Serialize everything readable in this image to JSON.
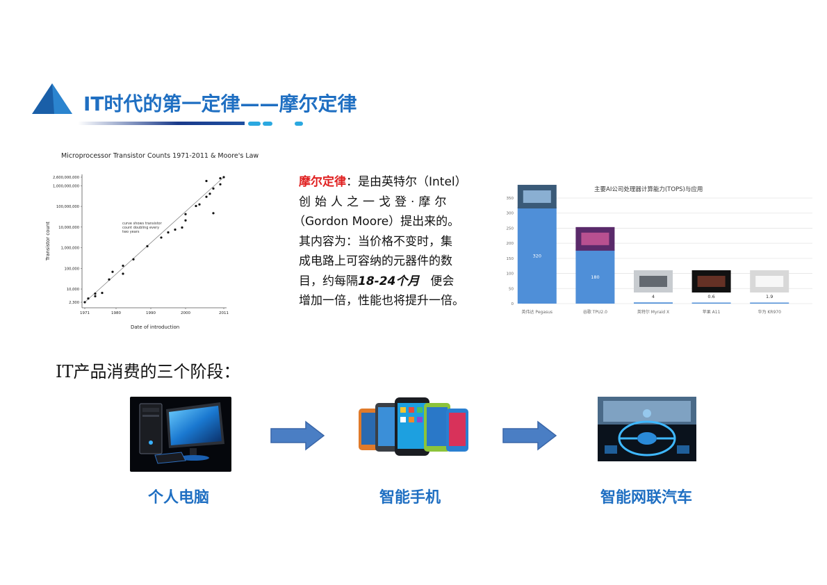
{
  "header": {
    "title": "IT时代的第一定律——摩尔定律"
  },
  "moore_description": {
    "highlight": "摩尔定律",
    "line1_rest": "：是由英特尔（Intel）",
    "line2": "创始人之一戈登·摩尔",
    "line3": "（Gordon Moore）提出来的。",
    "line4": "其内容为：当价格不变时，集",
    "line5": "成电路上可容纳的元器件的数",
    "line6_pre": "目，约每隔",
    "line6_emph": "18-24个月",
    "line6_post": "便会",
    "line7": "增加一倍，性能也将提升一倍。"
  },
  "stages": {
    "title": "IT产品消费的三个阶段：",
    "items": [
      {
        "label": "个人电脑",
        "icon": "desktop-computer-photo"
      },
      {
        "label": "智能手机",
        "icon": "smartphones-photo"
      },
      {
        "label": "智能网联汽车",
        "icon": "connected-car-photo"
      }
    ]
  },
  "colors": {
    "brand_blue": "#1f6fc2",
    "highlight_red": "#e02020",
    "arrow_blue": "#4a7ec4",
    "bar_blue": "#4f8fd8"
  },
  "chart_data": [
    {
      "type": "scatter",
      "title": "Microprocessor Transistor Counts 1971-2011 & Moore's Law",
      "xlabel": "Date of introduction",
      "ylabel": "Transistor count",
      "y_scale": "log",
      "x_ticks": [
        "1971",
        "1980",
        "1990",
        "2000",
        "2011"
      ],
      "y_ticks": [
        "2,300",
        "10,000",
        "100,000",
        "1,000,000",
        "10,000,000",
        "100,000,000",
        "1,000,000,000",
        "2,600,000,000"
      ],
      "annotation": "curve shows transistor count doubling every two years",
      "trend": {
        "x": [
          1971,
          2011
        ],
        "y": [
          2300,
          2600000000
        ]
      },
      "points": [
        {
          "x": 1971,
          "y": 2300
        },
        {
          "x": 1972,
          "y": 3500
        },
        {
          "x": 1974,
          "y": 4500
        },
        {
          "x": 1974,
          "y": 6000
        },
        {
          "x": 1976,
          "y": 6500
        },
        {
          "x": 1978,
          "y": 29000
        },
        {
          "x": 1979,
          "y": 68000
        },
        {
          "x": 1982,
          "y": 134000
        },
        {
          "x": 1982,
          "y": 55000
        },
        {
          "x": 1985,
          "y": 275000
        },
        {
          "x": 1989,
          "y": 1180000
        },
        {
          "x": 1993,
          "y": 3100000
        },
        {
          "x": 1995,
          "y": 5500000
        },
        {
          "x": 1997,
          "y": 7500000
        },
        {
          "x": 1999,
          "y": 9500000
        },
        {
          "x": 2000,
          "y": 21000000
        },
        {
          "x": 2000,
          "y": 42000000
        },
        {
          "x": 2003,
          "y": 105000000
        },
        {
          "x": 2004,
          "y": 125000000
        },
        {
          "x": 2006,
          "y": 291000000
        },
        {
          "x": 2007,
          "y": 410000000
        },
        {
          "x": 2008,
          "y": 731000000
        },
        {
          "x": 2008,
          "y": 47000000
        },
        {
          "x": 2010,
          "y": 1170000000
        },
        {
          "x": 2010,
          "y": 2300000000
        },
        {
          "x": 2011,
          "y": 2600000000
        },
        {
          "x": 2006,
          "y": 1700000000
        }
      ]
    },
    {
      "type": "bar",
      "title": "主要AI公司处理器计算能力(TOPS)与应用",
      "categories": [
        "英伟达 Pegasus",
        "谷歌 TPU2.0",
        "英特尔 Myraid X",
        "苹果 A11",
        "华为 KR970"
      ],
      "values": [
        320,
        180,
        4,
        0.6,
        1.9
      ],
      "value_labels": [
        "320",
        "180",
        "4",
        "0.6",
        "1.9"
      ],
      "y_ticks": [
        0,
        50,
        100,
        150,
        200,
        250,
        300,
        350
      ],
      "ylim": [
        0,
        350
      ]
    }
  ]
}
